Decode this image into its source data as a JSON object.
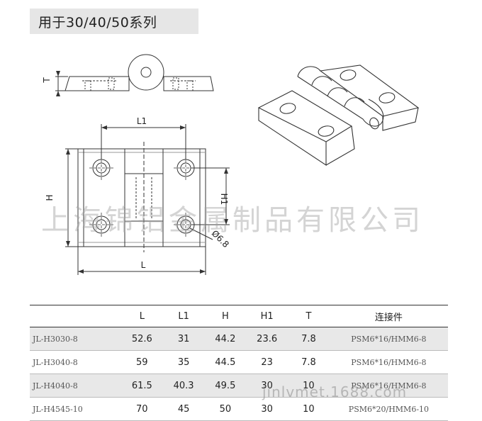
{
  "title": "用于30/40/50系列",
  "drawing_labels": {
    "t": "T",
    "l1": "L1",
    "h": "H",
    "h1": "H1",
    "l": "L",
    "hole": "Ø6.8"
  },
  "watermark": "上海锦铝金属制品有限公司",
  "watermark_url": "jinlvmet.1688.com",
  "table": {
    "headers": [
      "",
      "L",
      "L1",
      "H",
      "H1",
      "T",
      "连接件"
    ],
    "rows": [
      [
        "JL-H3030-8",
        "52.6",
        "31",
        "44.2",
        "23.6",
        "7.8",
        "PSM6*16/HMM6-8"
      ],
      [
        "JL-H3040-8",
        "59",
        "35",
        "44.5",
        "23",
        "7.8",
        "PSM6*16/HMM6-8"
      ],
      [
        "JL-H4040-8",
        "61.5",
        "40.3",
        "49.5",
        "30",
        "10",
        "PSM6*16/HMM6-8"
      ],
      [
        "JL-H4545-10",
        "70",
        "45",
        "50",
        "30",
        "10",
        "PSM6*20/HMM6-10"
      ]
    ]
  },
  "colors": {
    "line": "#333333",
    "title_bg": "#e6e6e6",
    "shaded_row": "#e8e8e8"
  }
}
